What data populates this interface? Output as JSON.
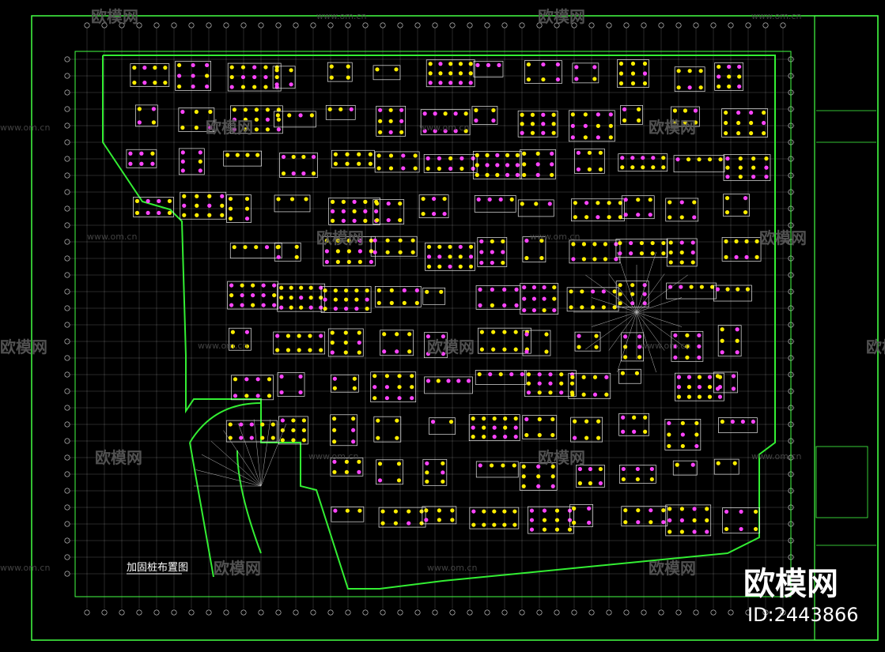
{
  "drawing": {
    "title": "加固桩布置图",
    "watermark_text": "欧模网",
    "watermark_url": "www.om.cn"
  },
  "brand": {
    "logo_text": "欧模网",
    "id_text": "ID:2443866"
  },
  "colors": {
    "background": "#000000",
    "grid": "#d8d8d8",
    "border": "#44ff44",
    "wall": "#33ee33",
    "pile": "#ffee00",
    "marker": "#ff44ff"
  }
}
